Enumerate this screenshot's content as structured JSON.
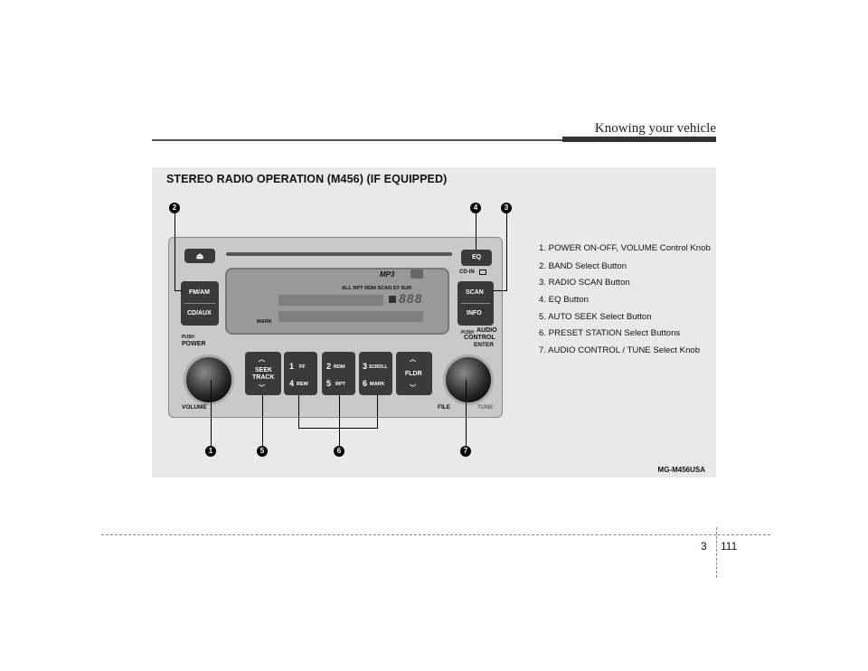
{
  "header": {
    "title": "Knowing your vehicle"
  },
  "section": {
    "title": "STEREO RADIO OPERATION (M456) (IF EQUIPPED)"
  },
  "legend": [
    "1. POWER ON-OFF, VOLUME Control Knob",
    "2. BAND Select Button",
    "3. RADIO SCAN Button",
    "4. EQ Button",
    "5. AUTO SEEK Select Button",
    "6. PRESET STATION Select Buttons",
    "7. AUDIO CONTROL / TUNE Select Knob"
  ],
  "figure_code": "MG-M456USA",
  "callouts": {
    "c1": "1",
    "c2": "2",
    "c3": "3",
    "c4": "4",
    "c5": "5",
    "c6": "6",
    "c7": "7"
  },
  "radio": {
    "eject": "⏏",
    "fm_am": "FM/AM",
    "cd_aux": "CD/AUX",
    "eq": "EQ",
    "cd_in": "CD-IN",
    "scan": "SCAN",
    "info": "INFO",
    "mp3": "MP3",
    "indicators": "ALL  RPT  RDM  SCAN  ST  SUR",
    "digits": "888",
    "mark": "MARK",
    "push_power": "PUSH",
    "power": "POWER",
    "volume": "VOLUME",
    "push_audio": "PUSH",
    "audio": "AUDIO",
    "control": "CONTROL",
    "enter": "ENTER",
    "file": "FILE",
    "tune": "TUNE",
    "seek": "SEEK",
    "track": "TRACK",
    "fldr": "FLDR",
    "p1": "1",
    "p1s": "FF",
    "p2": "2",
    "p2s": "RDM",
    "p3": "3",
    "p3s": "SCROLL",
    "p4": "4",
    "p4s": "REW",
    "p5": "5",
    "p5s": "RPT",
    "p6": "6",
    "p6s": "MARK"
  },
  "page": {
    "chapter": "3",
    "number": "111"
  }
}
